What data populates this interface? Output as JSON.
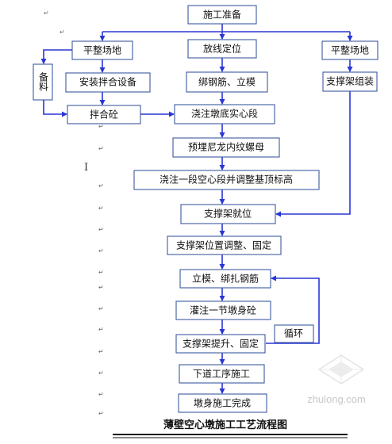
{
  "nodes": {
    "start": "施工准备",
    "level_left": "平整场地",
    "positioning": "放线定位",
    "level_right": "平整场地",
    "material": "备料",
    "install_mixer": "安装拌合设备",
    "rebar_formwork": "绑钢筋、立模",
    "bracket_assembly": "支撑架组装",
    "mix_concrete": "拌合砼",
    "pour_solid_base": "浇注墩底实心段",
    "embed_nut": "预埋尼龙内纹螺母",
    "pour_hollow": "浇注一段空心段并调整基顶标高",
    "bracket_in_place": "支撑架就位",
    "bracket_adjust": "支撑架位置调整、固定",
    "formwork_rebar": "立模、绑扎钢筋",
    "pour_segment": "灌注一节墩身砼",
    "bracket_lift": "支撑架提升、固定",
    "cycle": "循环",
    "next_process": "下道工序施工",
    "finish": "墩身施工完成"
  },
  "paragraph_mark": "↵",
  "cursor_glyph": "I",
  "caption": "薄壁空心墩施工工艺流程图",
  "watermark": "zhulong.com",
  "colors": {
    "arrow": "#2a36d6",
    "box_border": "#3c5aa0",
    "text": "#111111"
  }
}
